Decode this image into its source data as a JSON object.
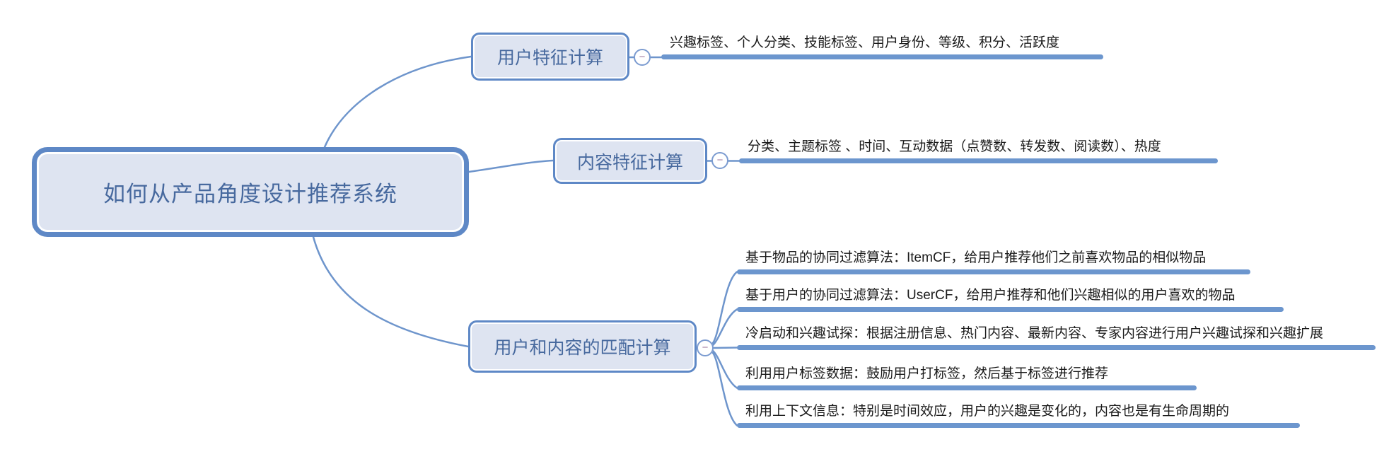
{
  "app": {
    "type": "mindmap-canvas"
  },
  "colors": {
    "node_border": "#5e88c6",
    "node_fill": "#dee4f1",
    "node_text": "#47699e",
    "connector": "#6e95cc",
    "leaf_bar": "#6c96ce",
    "leaf_text": "#1b1b1b",
    "toggle_border": "#7b9bd0",
    "toggle_glyph_color": "#a07ca0",
    "canvas_bg": "#ffffff"
  },
  "root": {
    "label": "如何从产品角度设计推荐系统"
  },
  "branches": [
    {
      "label": "用户特征计算",
      "collapse_glyph": "−",
      "leaves": [
        "兴趣标签、个人分类、技能标签、用户身份、等级、积分、活跃度"
      ]
    },
    {
      "label": "内容特征计算",
      "collapse_glyph": "−",
      "leaves": [
        "分类、主题标签 、时间、互动数据（点赞数、转发数、阅读数）、热度"
      ]
    },
    {
      "label": "用户和内容的匹配计算",
      "collapse_glyph": "−",
      "leaves": [
        "基于物品的协同过滤算法：ItemCF，给用户推荐他们之前喜欢物品的相似物品",
        "基于用户的协同过滤算法：UserCF，给用户推荐和他们兴趣相似的用户喜欢的物品",
        "冷启动和兴趣试探：根据注册信息、热门内容、最新内容、专家内容进行用户兴趣试探和兴趣扩展",
        "利用用户标签数据：鼓励用户打标签，然后基于标签进行推荐",
        "利用上下文信息：特别是时间效应，用户的兴趣是变化的，内容也是有生命周期的"
      ]
    }
  ]
}
